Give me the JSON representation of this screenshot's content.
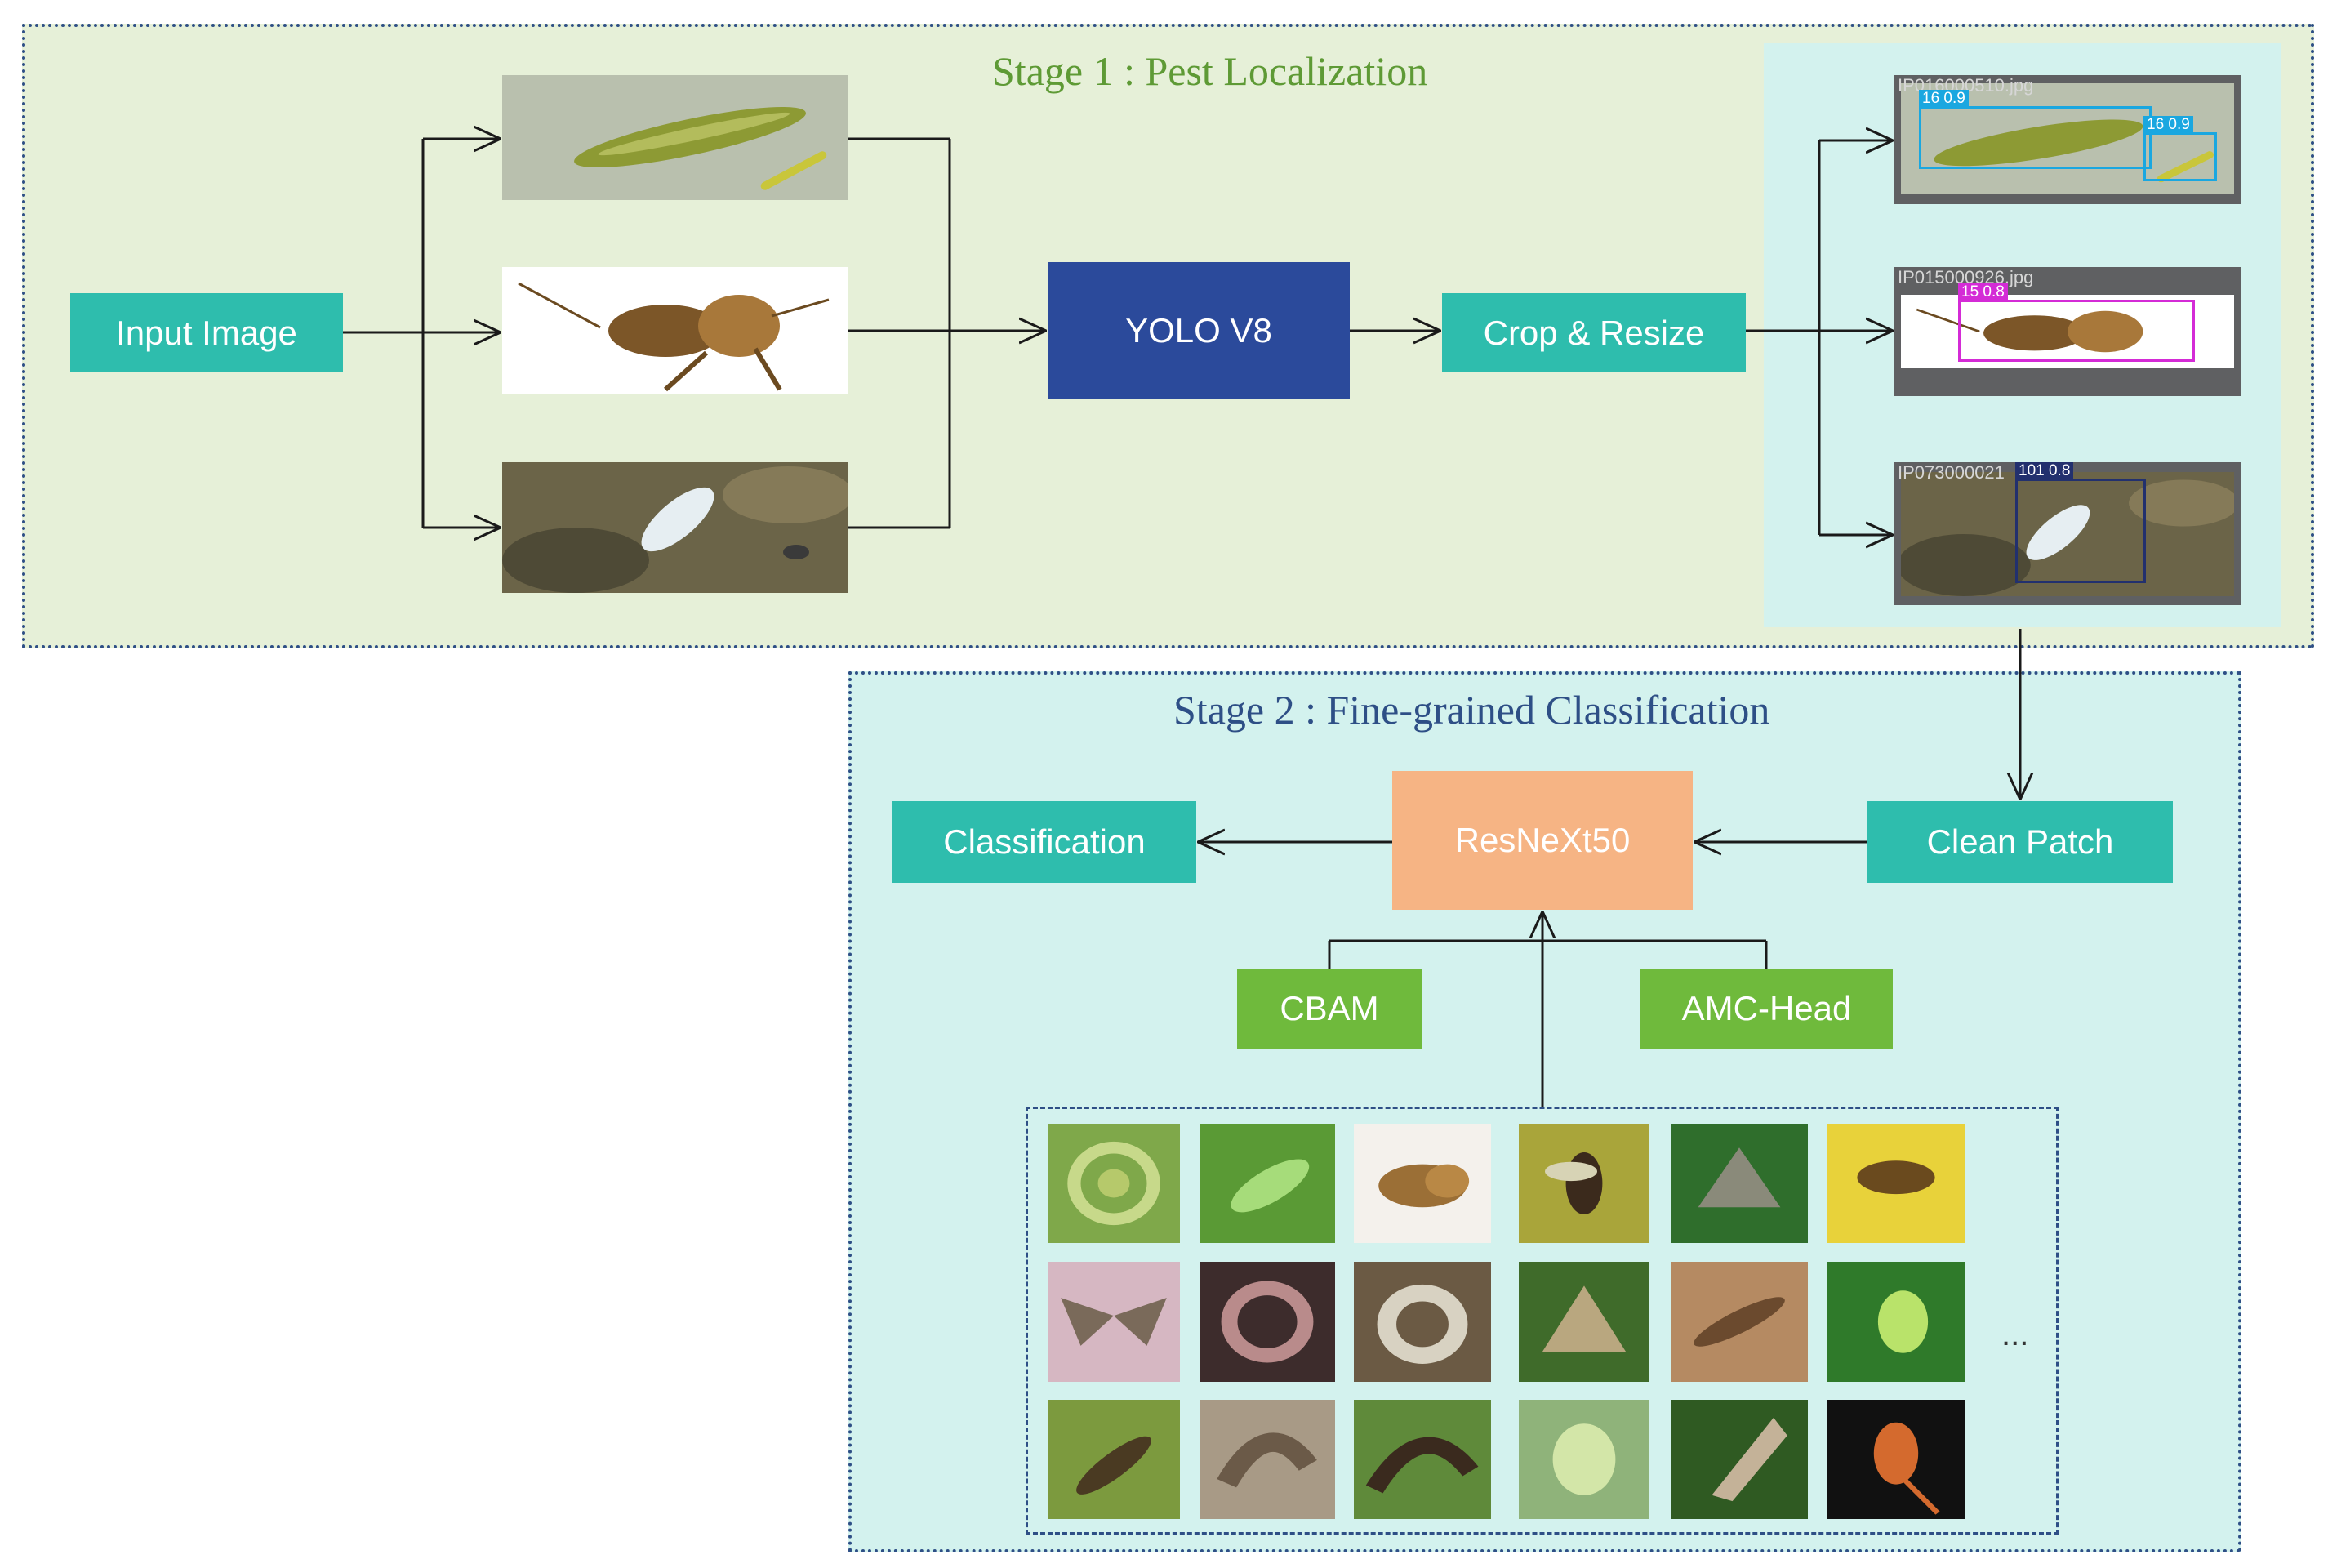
{
  "stage1": {
    "title": "Stage 1 : Pest Localization"
  },
  "stage2": {
    "title": "Stage 2 : Fine-grained Classification"
  },
  "nodes": {
    "input_image": "Input Image",
    "yolo": "YOLO V8",
    "crop_resize": "Crop & Resize",
    "clean_patch": "Clean Patch",
    "resnext": "ResNeXt50",
    "classification": "Classification",
    "cbam": "CBAM",
    "amc_head": "AMC-Head"
  },
  "detections": [
    {
      "file": "IP016000510.jpg",
      "boxes": [
        {
          "label": "16 0.9"
        },
        {
          "label": "16 0.9"
        }
      ]
    },
    {
      "file": "IP015000926.jpg",
      "boxes": [
        {
          "label": "15 0.8"
        }
      ]
    },
    {
      "file": "IP073000021",
      "boxes": [
        {
          "label": "101 0.8"
        }
      ]
    }
  ],
  "gallery": {
    "ellipsis": "..."
  },
  "colors": {
    "teal": "#2ebdad",
    "navy": "#2b4a9b",
    "orange": "#f6b484",
    "green": "#6fba3c",
    "stage1_bg": "#e6f0d8",
    "stage2_bg": "#d3f2ee",
    "border": "#2e4f86"
  }
}
